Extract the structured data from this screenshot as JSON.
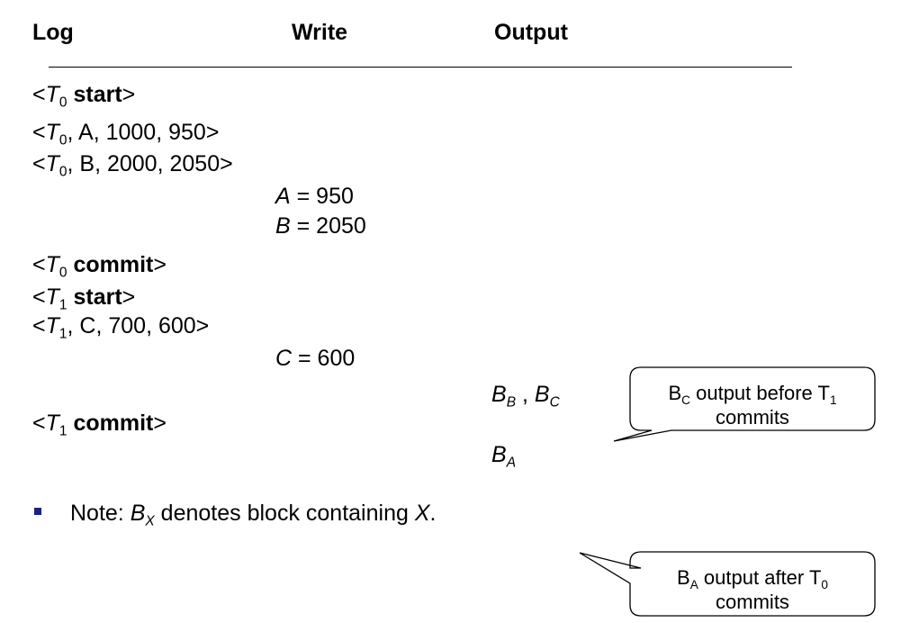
{
  "headers": {
    "log": "Log",
    "write": "Write",
    "output": "Output"
  },
  "log": {
    "t0_start": {
      "lt": "<",
      "T": "T",
      "sub": "0",
      "kw": "start",
      "gt": ">"
    },
    "t0_a": {
      "lt": "<",
      "T": "T",
      "sub": "0",
      "rest": ", A, 1000, 950>"
    },
    "t0_b": {
      "lt": "<",
      "T": "T",
      "sub": "0",
      "rest": ", B, 2000, 2050>"
    },
    "t0_commit": {
      "lt": "<",
      "T": "T",
      "sub": "0",
      "kw": "commit",
      "gt": ">"
    },
    "t1_start": {
      "lt": "<",
      "T": "T",
      "sub": "1",
      "kw": "start",
      "gt": ">"
    },
    "t1_c": {
      "lt": "<",
      "T": "T",
      "sub": "1",
      "rest": ", C, 700, 600>"
    },
    "t1_commit": {
      "lt": "<",
      "T": "T",
      "sub": "1",
      "kw": "commit",
      "gt": ">"
    }
  },
  "write": {
    "a": {
      "var": "A",
      "rest": " = 950"
    },
    "b": {
      "var": "B",
      "rest": " = 2050"
    },
    "c": {
      "var": "C",
      "rest": " = 600"
    }
  },
  "output": {
    "bb_bc": {
      "b1": "B",
      "s1": "B",
      "sep": " , ",
      "b2": "B",
      "s2": "C"
    },
    "ba": {
      "b": "B",
      "s": "A"
    }
  },
  "note": {
    "prefix": "Note: ",
    "b": "B",
    "s": "X",
    "mid": " denotes block containing ",
    "x": "X",
    "end": "."
  },
  "callouts": {
    "bc": {
      "b": "B",
      "s": "C",
      "mid": " output before T",
      "s2": "1",
      "line2": "commits"
    },
    "ba": {
      "b": "B",
      "s": "A",
      "mid": " output after T",
      "s2": "0",
      "line2": "commits"
    }
  },
  "colors": {
    "bullet": "#1a237e"
  }
}
